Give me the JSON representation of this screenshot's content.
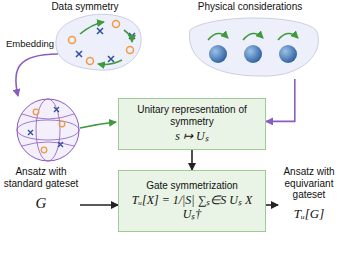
{
  "diagram": {
    "nodes": [
      {
        "text": [
          "Data symmetry"
        ]
      },
      {
        "text": [
          "Physical considerations"
        ]
      },
      {
        "text": [
          "Unitary representation of symmetry",
          "s ↦ Uₛ"
        ]
      },
      {
        "text": [
          "Gate symmetrization",
          "Tᵤ[X] = 1/|S| ∑ₛ∈S Uₛ X Uₛ†"
        ]
      },
      {
        "text": [
          "Ansatz with standard gateset",
          "G"
        ]
      },
      {
        "text": [
          "Ansatz with equivariant gateset",
          "Tᵤ[G]"
        ]
      }
    ],
    "edges": [
      {
        "from": 1,
        "to": 2,
        "arrow": "to"
      },
      {
        "from": 2,
        "to": 3,
        "arrow": "to"
      },
      {
        "from": 4,
        "to": 3,
        "arrow": "to"
      },
      {
        "from": 3,
        "to": 5,
        "arrow": "to"
      }
    ],
    "labels": [
      "Embedding"
    ]
  }
}
